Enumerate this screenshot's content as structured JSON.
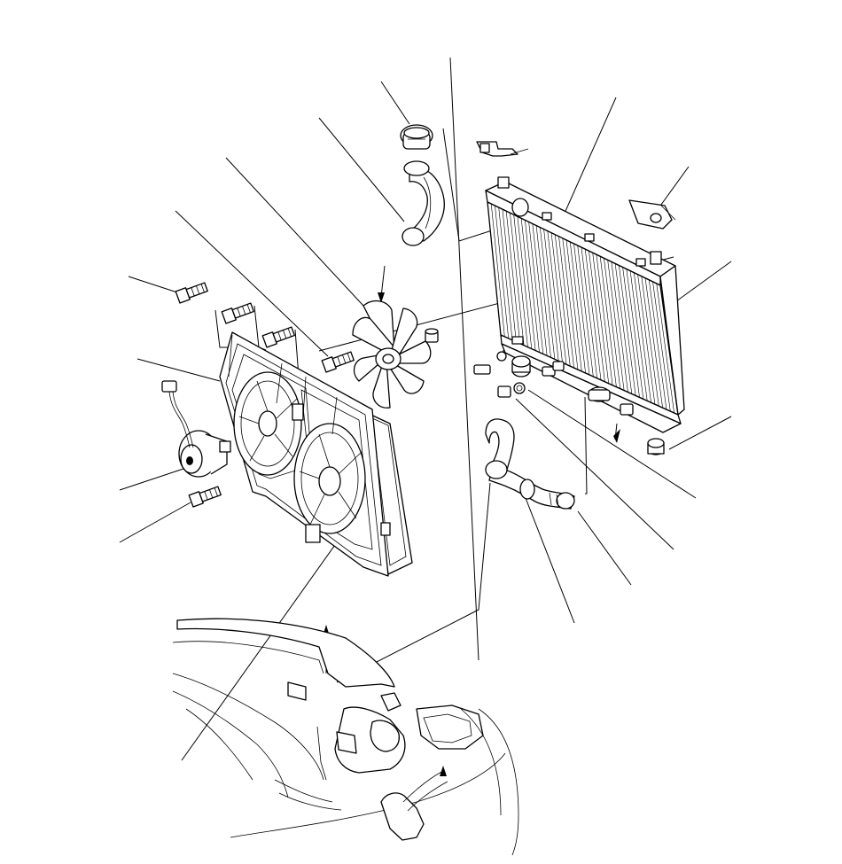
{
  "diagram": {
    "kind": "exploded-parts",
    "colors": {
      "line": "#000000",
      "background": "#ffffff"
    },
    "parts": [
      {
        "name": "radiator-cap"
      },
      {
        "name": "upper-radiator-hose"
      },
      {
        "name": "fan-blade"
      },
      {
        "name": "fan-shroud"
      },
      {
        "name": "fan-motor"
      },
      {
        "name": "flange-bolt"
      },
      {
        "name": "radiator"
      },
      {
        "name": "radiator-mount-bracket"
      },
      {
        "name": "upper-cushion"
      },
      {
        "name": "lower-cushion"
      },
      {
        "name": "lower-radiator-hose"
      },
      {
        "name": "drain-plug"
      },
      {
        "name": "hose-clamp"
      },
      {
        "name": "fan-switch"
      },
      {
        "name": "fan-motor-connector"
      },
      {
        "name": "engine-bay-front-body"
      }
    ]
  }
}
